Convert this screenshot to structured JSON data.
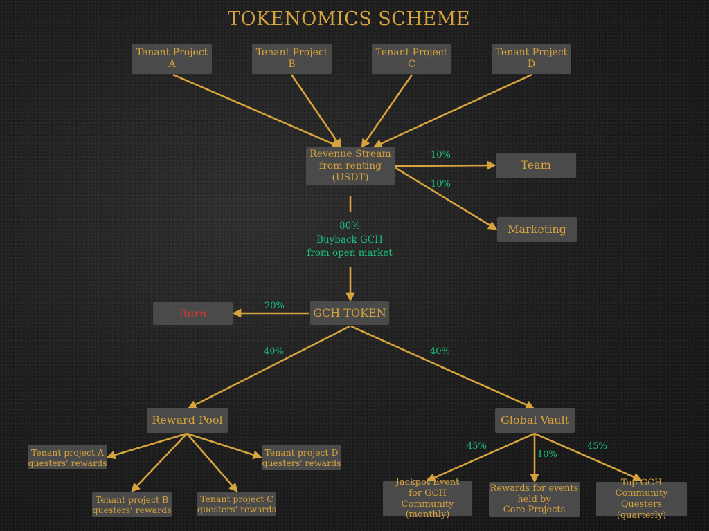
{
  "title": "TOKENOMICS SCHEME",
  "tenants": [
    {
      "line1": "Tenant Project",
      "line2": "A"
    },
    {
      "line1": "Tenant Project",
      "line2": "B"
    },
    {
      "line1": "Tenant Project",
      "line2": "C"
    },
    {
      "line1": "Tenant Project",
      "line2": "D"
    }
  ],
  "revenue": {
    "line1": "Revenue Stream",
    "line2": "from renting",
    "line3": "(USDT)"
  },
  "team": {
    "label": "Team",
    "pct": "10%"
  },
  "marketing": {
    "label": "Marketing",
    "pct": "10%"
  },
  "buyback": {
    "pct": "80%",
    "line1": "Buyback GCH",
    "line2": "from open market"
  },
  "gch_token": {
    "label": "GCH TOKEN"
  },
  "burn": {
    "label": "Burn",
    "pct": "20%"
  },
  "reward_pool": {
    "label": "Reward Pool",
    "pct": "40%",
    "children": [
      {
        "line1": "Tenant project A",
        "line2": "questers' rewards"
      },
      {
        "line1": "Tenant project B",
        "line2": "questers' rewards"
      },
      {
        "line1": "Tenant project C",
        "line2": "questers' rewards"
      },
      {
        "line1": "Tenant project D",
        "line2": "questers' rewards"
      }
    ]
  },
  "global_vault": {
    "label": "Global Vault",
    "pct": "40%",
    "children": [
      {
        "pct": "45%",
        "line1": "Jackpot Event",
        "line2": "for GCH Community",
        "line3": "(monthly)"
      },
      {
        "pct": "10%",
        "line1": "Rewards for events",
        "line2": "held by",
        "line3": "Core Projects"
      },
      {
        "pct": "45%",
        "line1": "Top GCH",
        "line2": "Community Questers",
        "line3": "(quarterly)"
      }
    ]
  },
  "colors": {
    "gold": "#d6a33c",
    "green": "#19c07a",
    "red": "#e0342c",
    "box": "#4a4a4a"
  }
}
